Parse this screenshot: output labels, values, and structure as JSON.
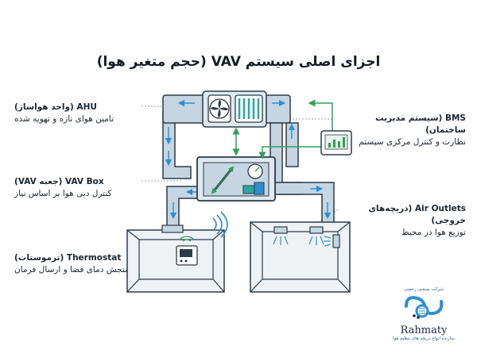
{
  "title": "اجزای اصلی سیستم VAV (حجم متغیر هوا)",
  "labels": {
    "ahu": {
      "head": "AHU (واحد هواساز)",
      "sub": "تامین هوای تازه و تهویه شده"
    },
    "vav": {
      "head": "VAV Box (جعبه VAV)",
      "sub": "کنترل دبی هوا بر اساس نیاز"
    },
    "thermostat": {
      "head": "Thermostat (ترموستات)",
      "sub": "سنجش دمای فضا و ارسال فرمان"
    },
    "bms": {
      "head": "BMS (سیستم مدیریت ساختمان)",
      "sub": "نظارت و کنترل مرکزی سیستم"
    },
    "outlets": {
      "head": "Air Outlets (دریچه‌های خروجی)",
      "sub": "توزیع هوا در محیط"
    }
  },
  "logo": {
    "tagline_top": "شرکت صنعتی رحمتی",
    "name": "Rahmaty",
    "tagline_bottom": "سازنده انواع دریچه های تنظیم هوا"
  },
  "colors": {
    "duct": "#c5d6e2",
    "duct_outline": "#2c3b48",
    "arrow_blue": "#2d8fd0",
    "control_green": "#2ea05a",
    "room_fill": "#eef2f5"
  },
  "icons": [
    "fan-icon",
    "coil-icon",
    "damper-icon",
    "gauge-icon",
    "actuator-icon",
    "monitor-icon",
    "wifi-icon",
    "thermostat-icon"
  ]
}
